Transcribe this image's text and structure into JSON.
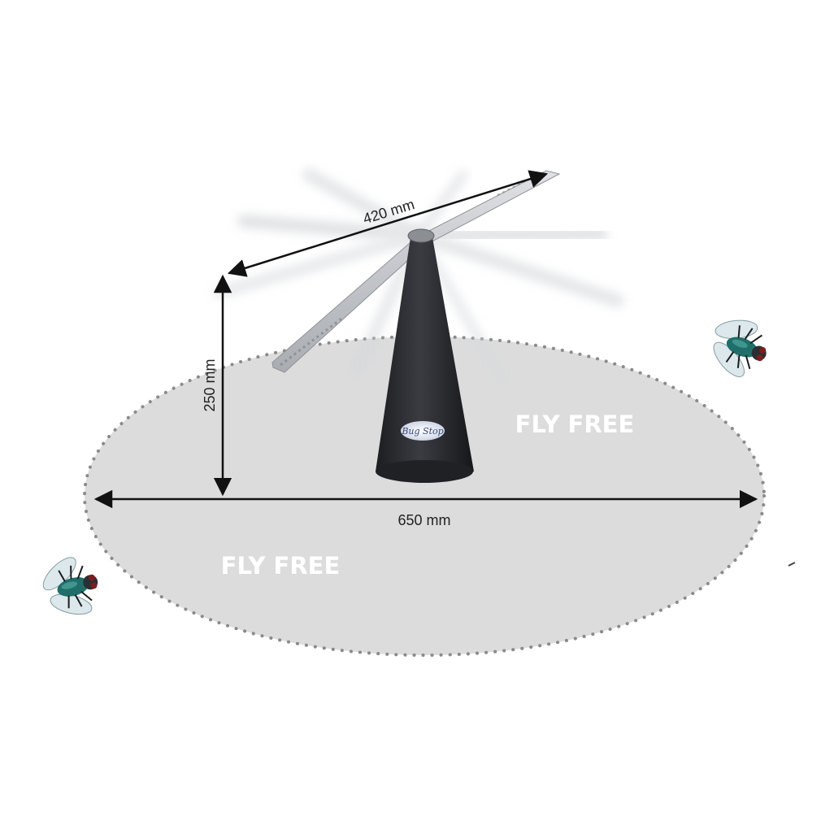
{
  "dimensions": {
    "blade_span": "420 mm",
    "height": "250 mm",
    "coverage_diameter": "650 mm"
  },
  "zone_labels": {
    "right": "FLY FREE",
    "left": "FLY FREE"
  },
  "product": {
    "base_logo": "Bug Stop"
  },
  "colors": {
    "zone_fill": "#dcdcdc",
    "zone_dots": "#8a8a8a",
    "cone": "#2b2d31",
    "blade": "#bfc2c6",
    "fly_body": "#1f6e6a"
  },
  "icons": {
    "fly_right": "fly-icon",
    "fly_left": "fly-icon"
  }
}
